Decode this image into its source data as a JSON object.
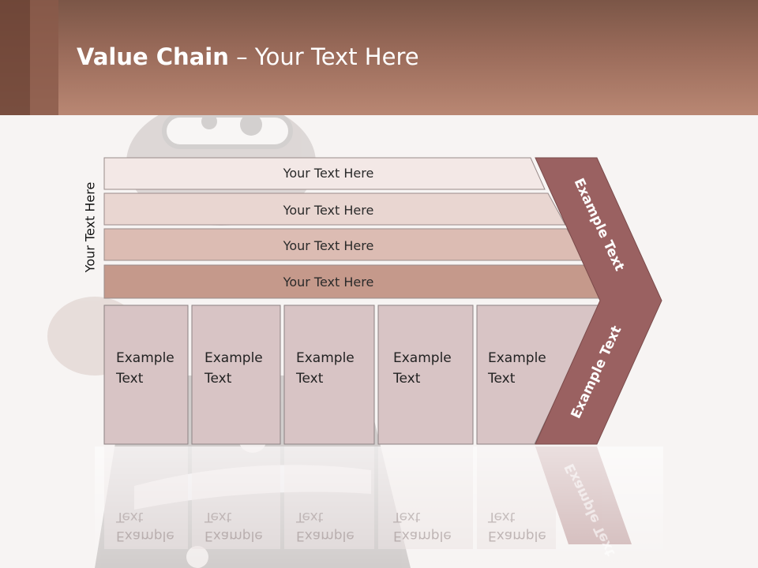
{
  "header": {
    "title_bold": "Value Chain",
    "title_rest": " – Your Text Here"
  },
  "side_label": "Your Text Here",
  "bars": [
    {
      "label": "Your Text Here",
      "color": "#f3e8e6"
    },
    {
      "label": "Your Text Here",
      "color": "#e9d6d1"
    },
    {
      "label": "Your Text Here",
      "color": "#dcbcb3"
    },
    {
      "label": "Your Text Here",
      "color": "#c5998b"
    }
  ],
  "boxes": [
    {
      "line1": "Example",
      "line2": "Text"
    },
    {
      "line1": "Example",
      "line2": "Text"
    },
    {
      "line1": "Example",
      "line2": "Text"
    },
    {
      "line1": "Example",
      "line2": "Text"
    },
    {
      "line1": "Example",
      "line2": "Text"
    }
  ],
  "chevron": {
    "top_label": "Example Text",
    "bottom_label": "Example Text",
    "color": "#9a6161"
  },
  "colors": {
    "box_fill": "#d8c4c5",
    "box_stroke": "#8d8283",
    "header": "#a9796a"
  }
}
